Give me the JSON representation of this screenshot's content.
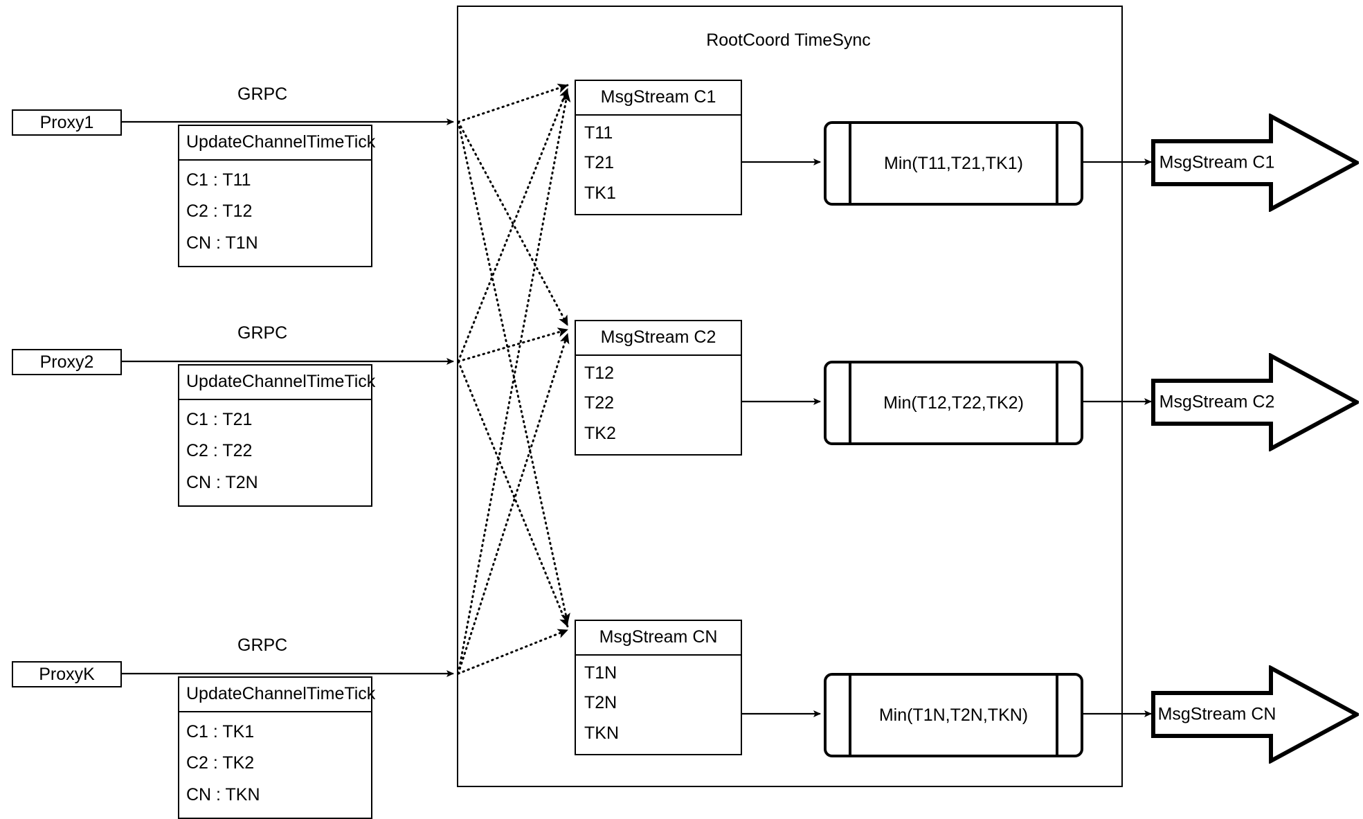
{
  "diagram": {
    "container": {
      "title": "RootCoord TimeSync"
    },
    "grpc_labels": [
      "GRPC",
      "GRPC",
      "GRPC"
    ],
    "proxies": [
      {
        "name": "Proxy1",
        "rpc_title": "UpdateChannelTimeTick",
        "rows": [
          "C1 :  T11",
          "C2 :  T12",
          "CN : T1N"
        ]
      },
      {
        "name": "Proxy2",
        "rpc_title": "UpdateChannelTimeTick",
        "rows": [
          "C1 :  T21",
          "C2 :  T22",
          "CN : T2N"
        ]
      },
      {
        "name": "ProxyK",
        "rpc_title": "UpdateChannelTimeTick",
        "rows": [
          "C1 :  TK1",
          "C2 :  TK2",
          "CN : TKN"
        ]
      }
    ],
    "streams": [
      {
        "title": "MsgStream C1",
        "rows": [
          "T11",
          "T21",
          "TK1"
        ],
        "min": "Min(T11,T21,TK1)",
        "output": "MsgStream C1"
      },
      {
        "title": "MsgStream C2",
        "rows": [
          "T12",
          "T22",
          "TK2"
        ],
        "min": "Min(T12,T22,TK2)",
        "output": "MsgStream C2"
      },
      {
        "title": "MsgStream CN",
        "rows": [
          "T1N",
          "T2N",
          "TKN"
        ],
        "min": "Min(T1N,T2N,TKN)",
        "output": "MsgStream CN"
      }
    ],
    "colors": {
      "stroke": "#000000",
      "background": "#ffffff"
    }
  }
}
